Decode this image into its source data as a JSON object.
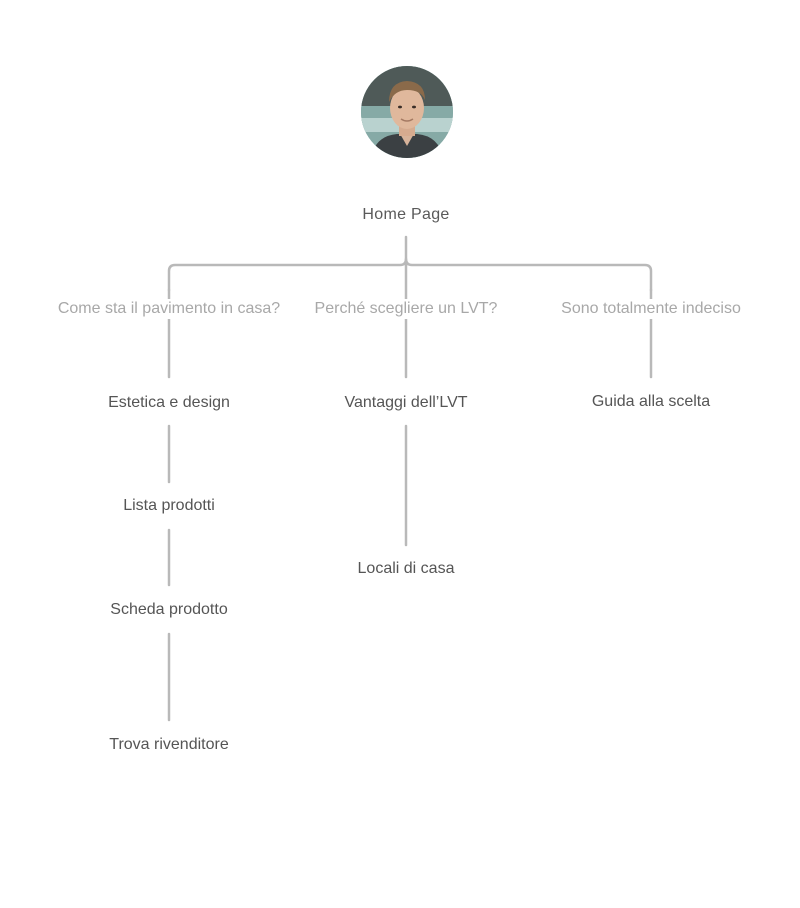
{
  "colors": {
    "line": "#b9b9b9",
    "category_text": "#a8a8a8",
    "page_text": "#555555",
    "root_text": "#5a5a5a"
  },
  "avatar": {
    "icon": "user-photo-avatar"
  },
  "sitemap": {
    "root": "Home Page",
    "branches": [
      {
        "category": "Come sta il pavimento in casa?",
        "pages": [
          "Estetica e design",
          "Lista prodotti",
          "Scheda prodotto",
          "Trova rivenditore"
        ]
      },
      {
        "category": "Perché scegliere un LVT?",
        "pages": [
          "Vantaggi dell’LVT",
          "Locali di casa"
        ]
      },
      {
        "category": "Sono totalmente indeciso",
        "pages": [
          "Guida alla scelta"
        ]
      }
    ]
  }
}
